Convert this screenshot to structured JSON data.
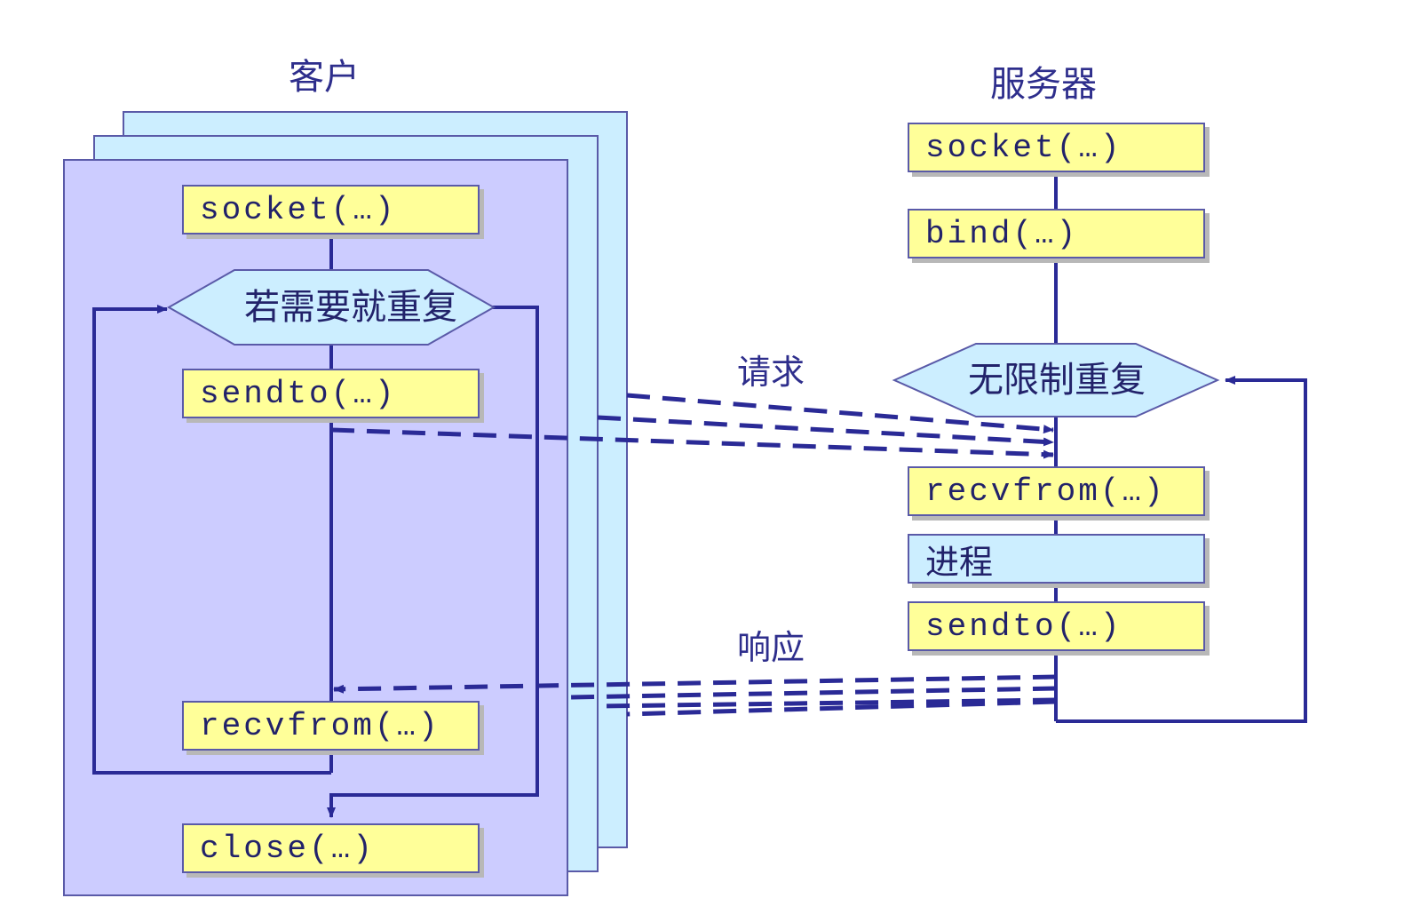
{
  "client": {
    "title": "客户",
    "socket": "socket(…)",
    "loop": "若需要就重复",
    "sendto": "sendto(…)",
    "recvfrom": "recvfrom(…)",
    "close": "close(…)"
  },
  "server": {
    "title": "服务器",
    "socket": "socket(…)",
    "bind": "bind(…)",
    "loop": "无限制重复",
    "recvfrom": "recvfrom(…)",
    "process": "进程",
    "sendto": "sendto(…)"
  },
  "labels": {
    "request": "请求",
    "response": "响应"
  },
  "colors": {
    "ink": "#2e2e8c",
    "line": "#2a2a96",
    "client_panel": "#ccccff",
    "client_panel_back": "#cceeff",
    "box_yellow": "#ffff99",
    "box_blue": "#cceeff"
  }
}
